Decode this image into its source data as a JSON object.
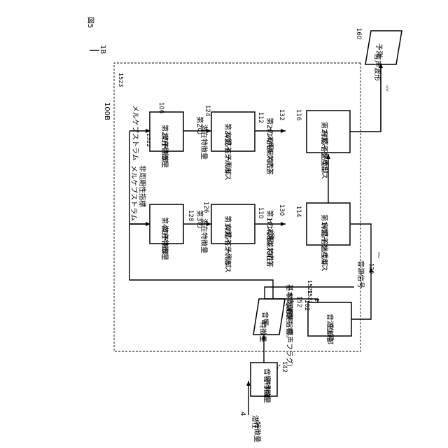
{
  "figure_label": "図5",
  "device_ref": "1B",
  "container_ref": "100B",
  "input": {
    "label_line1": "潜在",
    "label_line2": "特徴量",
    "ref": "4"
  },
  "blocks": {
    "acoustic_predictor": {
      "line1": "音響特徴量",
      "line2": "予測部",
      "ref": "142"
    },
    "acoustic_feature": {
      "line1": "音響",
      "line2": "特徴量",
      "ref": "152"
    },
    "source_gen": {
      "line1": "音源信号",
      "line2": "生成部",
      "ref": "102"
    },
    "latent4": {
      "line1": "第4の",
      "line2": "潜在特徴量",
      "line3": "予測部",
      "ref": "128"
    },
    "latent2": {
      "line1": "第2の",
      "line2": "潜在特徴量",
      "line3": "予測部",
      "ref": "106"
    },
    "fir1_pred": {
      "line1": "第1の",
      "line2": "有限インパルス",
      "line3": "応答予測部",
      "ref": "110"
    },
    "fir2_pred": {
      "line1": "第2の",
      "line2": "有限インパルス",
      "line3": "応答予測部",
      "ref": "112"
    },
    "fir1_conv": {
      "line1": "第1の",
      "line2": "有限インパルス",
      "line3": "応答畳重部",
      "ref": "114"
    },
    "fir2_conv": {
      "line1": "第2の",
      "line2": "有限インパルス",
      "line3": "応答畳重部",
      "ref": "116"
    },
    "output": {
      "line1": "予測",
      "line2": "音声波形",
      "ref": "160"
    }
  },
  "labels": {
    "f0": {
      "text": "基本周波数",
      "ref": "1521"
    },
    "aperiodic_main": {
      "text": "非周期性指標",
      "ref": "1522"
    },
    "voiced_flag": {
      "text": "（有声／無声フラグ）",
      "ref": "1524"
    },
    "aperiodic_top": {
      "text": "非周期性指標",
      "ref": "1522"
    },
    "mel_top": {
      "text": "メルケプストラム",
      "ref": "1523"
    },
    "mel_right": {
      "text": "メルケプストラム",
      "ref": "1523"
    },
    "latent3_label": {
      "line1": "第3の",
      "line2": "潜在特徴量",
      "ref": "126"
    },
    "latent2_label": {
      "line1": "第2の",
      "line2": "潜在特徴量",
      "ref": "124"
    },
    "fir1_label": {
      "line1": "第1の有限",
      "line2": "インパルス応答",
      "line3": "（残差特性）",
      "ref": "130"
    },
    "fir2_label": {
      "line1": "第2の有限",
      "line2": "インパルス応答",
      "line3": "（共振特性）",
      "ref": "132"
    },
    "source_signal": {
      "text": "音源信号",
      "ref": "120"
    }
  },
  "noise_marks": [
    "〰",
    "〰",
    "〰"
  ]
}
